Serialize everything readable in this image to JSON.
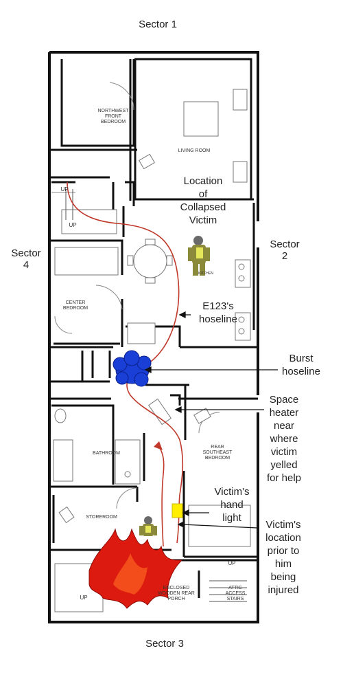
{
  "sectors": {
    "s1": "Sector 1",
    "s2_line1": "Sector",
    "s2_line2": "2",
    "s3": "Sector 3",
    "s4_line1": "Sector",
    "s4_line2": "4"
  },
  "rooms": {
    "nw_bedroom_l1": "NORTHWEST",
    "nw_bedroom_l2": "FRONT",
    "nw_bedroom_l3": "BEDROOM",
    "living_room": "LIVING ROOM",
    "center_bedroom_l1": "CENTER",
    "center_bedroom_l2": "BEDROOM",
    "bathroom": "BATHROOM",
    "rear_se_l1": "REAR",
    "rear_se_l2": "SOUTHEAST",
    "rear_se_l3": "BEDROOM",
    "storeroom": "STOREROOM",
    "porch_l1": "ENCLOSED",
    "porch_l2": "WOODEN REAR",
    "porch_l3": "PORCH",
    "attic_l1": "ATTIC",
    "attic_l2": "ACCESS",
    "attic_l3": "STAIRS",
    "up_top": "UP",
    "up_mid": "UP",
    "up_porch_right": "UP",
    "up_porch_left": "UP",
    "kitchen": "KITCHEN"
  },
  "callouts": {
    "collapsed": [
      "Location",
      "of",
      "Collapsed",
      "Victim"
    ],
    "hoseline": [
      "E123's",
      "hoseline"
    ],
    "burst": [
      "Burst",
      "hoseline"
    ],
    "heater": [
      "Space",
      "heater",
      "near",
      "where",
      "victim",
      "yelled",
      "for help"
    ],
    "handlight": [
      "Victim's",
      "hand",
      "light"
    ],
    "location_prior": [
      "Victim's",
      "location",
      "prior to",
      "him",
      "being",
      "injured"
    ]
  },
  "colors": {
    "wall": "#111111",
    "hoseline": "#c0392b",
    "burst": "#1a3fd6",
    "fire": "#dd1a10",
    "handlight": "#ffee00",
    "firefighter": "#8a8a3a"
  },
  "icons": {
    "firefighter_collapsed": "firefighter-icon",
    "firefighter_prior": "firefighter-icon",
    "fire": "fire-icon",
    "burst": "burst-icon",
    "handlight": "handlight-icon"
  }
}
